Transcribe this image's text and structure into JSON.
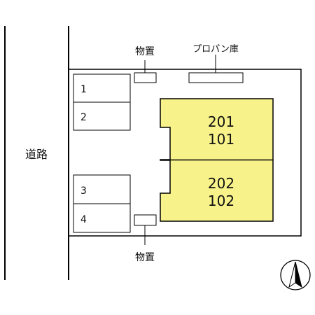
{
  "road": {
    "label": "道路"
  },
  "parking": {
    "spaces": [
      "1",
      "2",
      "3",
      "4"
    ]
  },
  "storage": {
    "top_label": "物置",
    "bottom_label": "物置"
  },
  "propane": {
    "label": "プロパン庫"
  },
  "building": {
    "fill_color": "#f7f28a",
    "upper_unit": {
      "upper": "201",
      "lower": "101"
    },
    "lower_unit": {
      "upper": "202",
      "lower": "102"
    }
  },
  "compass": {
    "north_icon": "north-arrow-icon"
  }
}
